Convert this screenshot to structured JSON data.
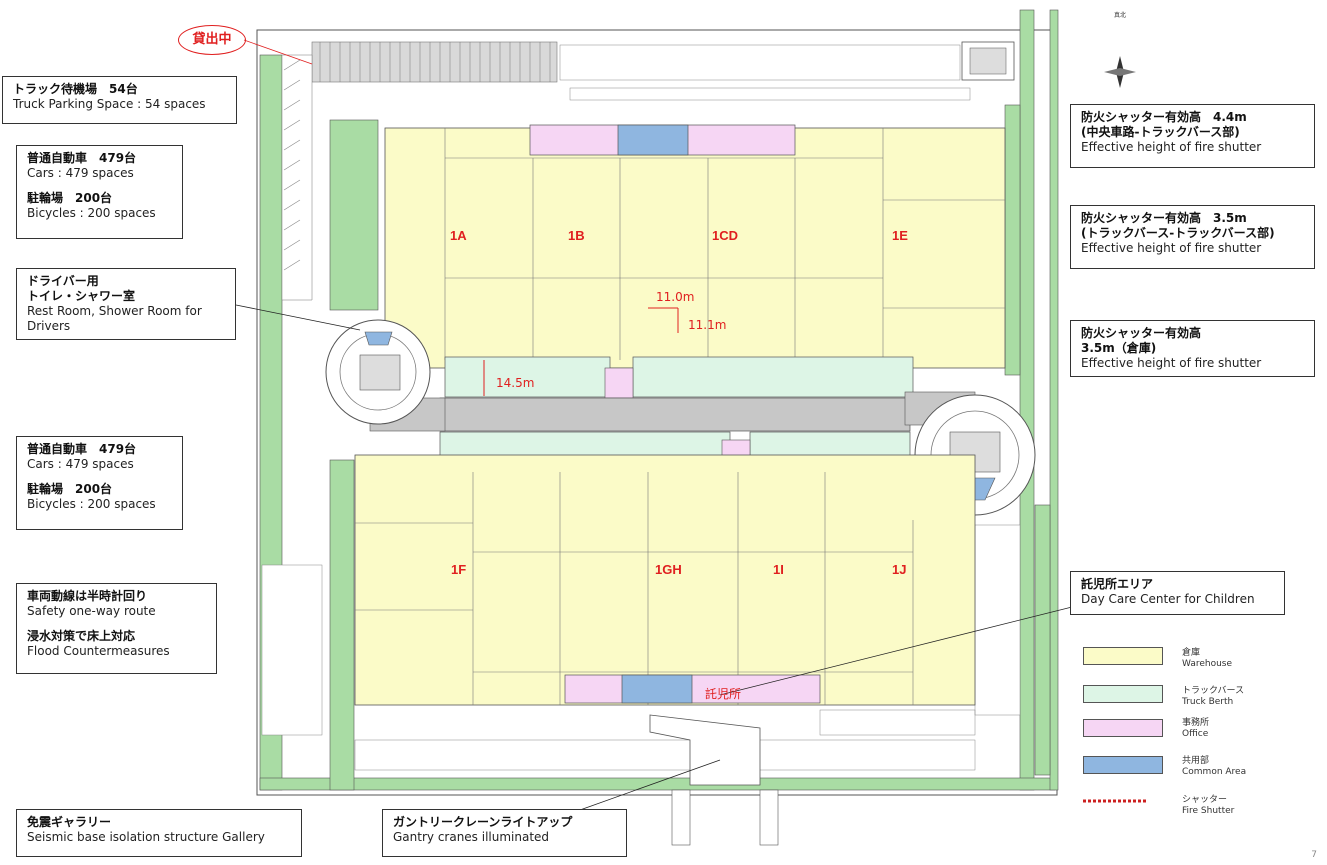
{
  "rental_tag": "貸出中",
  "callouts": {
    "truck_parking": {
      "jp": "トラック待機場　54台",
      "en": "Truck Parking Space : 54 spaces"
    },
    "parking_north": {
      "cars_jp": "普通自動車　479台",
      "cars_en": "Cars : 479 spaces",
      "bikes_jp": "駐輪場　200台",
      "bikes_en": "Bicycles : 200 spaces"
    },
    "driver_room": {
      "jp1": "ドライバー用",
      "jp2": "トイレ・シャワー室",
      "en1": "Rest Room, Shower Room for",
      "en2": "Drivers"
    },
    "parking_south": {
      "cars_jp": "普通自動車　479台",
      "cars_en": "Cars : 479 spaces",
      "bikes_jp": "駐輪場　200台",
      "bikes_en": "Bicycles : 200 spaces"
    },
    "safety": {
      "route_jp": "車両動線は半時計回り",
      "route_en": "Safety one-way route",
      "flood_jp": "浸水対策で床上対応",
      "flood_en": "Flood Countermeasures"
    },
    "gallery": {
      "jp": "免震ギャラリー",
      "en": "Seismic base isolation structure Gallery"
    },
    "gantry": {
      "jp": "ガントリークレーンライトアップ",
      "en": "Gantry cranes illuminated"
    },
    "shutter_44": {
      "jp1": "防火シャッター有効高　4.4m",
      "jp2": "(中央車路-トラックバース部)",
      "en": "Effective height of fire shutter"
    },
    "shutter_35a": {
      "jp1": "防火シャッター有効高　3.5m",
      "jp2": "(トラックバース-トラックバース部)",
      "en": "Effective height of fire shutter"
    },
    "shutter_35b": {
      "jp1": "防火シャッター有効高",
      "jp2": "3.5m（倉庫)",
      "en": "Effective height of fire shutter"
    },
    "daycare": {
      "jp": "託児所エリア",
      "en": "Day Care Center for Children"
    }
  },
  "units": [
    "1A",
    "1B",
    "1CD",
    "1E",
    "1F",
    "1GH",
    "1I",
    "1J"
  ],
  "dimensions": {
    "span_x": "11.0m",
    "span_y": "11.1m",
    "berth": "14.5m"
  },
  "daycare_label": "託児所",
  "compass_label": "真北",
  "legend": [
    {
      "jp": "倉庫",
      "en": "Warehouse",
      "color": "#fbfbc8"
    },
    {
      "jp": "トラックバース",
      "en": "Truck Berth",
      "color": "#ddf5e6"
    },
    {
      "jp": "事務所",
      "en": "Office",
      "color": "#f6d6f4"
    },
    {
      "jp": "共用部",
      "en": "Common Area",
      "color": "#8fb6e0"
    },
    {
      "jp": "シャッター",
      "en": "Fire Shutter",
      "color": "#cc2020"
    }
  ],
  "page_number": "7",
  "colors": {
    "green": "#a9dca4",
    "road": "#ffffff",
    "lane": "#c7c7c7",
    "outline": "#555555",
    "accent_red": "#e02020"
  }
}
